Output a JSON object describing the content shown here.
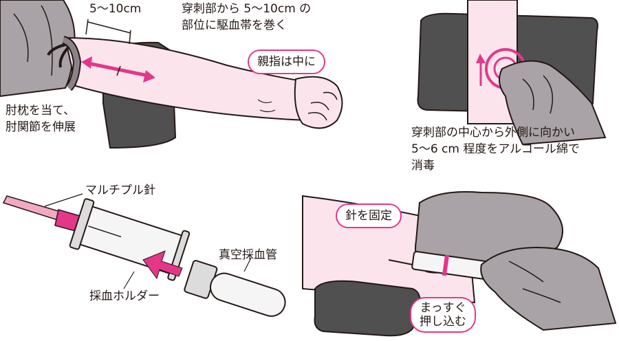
{
  "colors": {
    "accent": "#e4378a",
    "skin": "#fbe4ec",
    "glove": "#a9a2a6",
    "pad": "#505050",
    "tourniquet": "#8a8286"
  },
  "panel_tourniquet": {
    "distance_label": "5〜10cm",
    "instruction_line1": "穿刺部から 5〜10cm の",
    "instruction_line2": "部位に駆血帯を巻く",
    "thumb_label": "親指は中に",
    "elbow_line1": "肘枕を当て、",
    "elbow_line2": "肘関節を伸展"
  },
  "panel_disinfect": {
    "line1": "穿刺部の中心から外側に向かい",
    "line2": "5〜6 cm 程度をアルコール綿で",
    "line3": "消毒"
  },
  "panel_holder": {
    "needle_label": "マルチプル針",
    "tube_label": "真空採血管",
    "holder_label": "採血ホルダー"
  },
  "panel_insert": {
    "fix_label": "針を固定",
    "push_line1": "まっすぐ",
    "push_line2": "押し込む"
  }
}
